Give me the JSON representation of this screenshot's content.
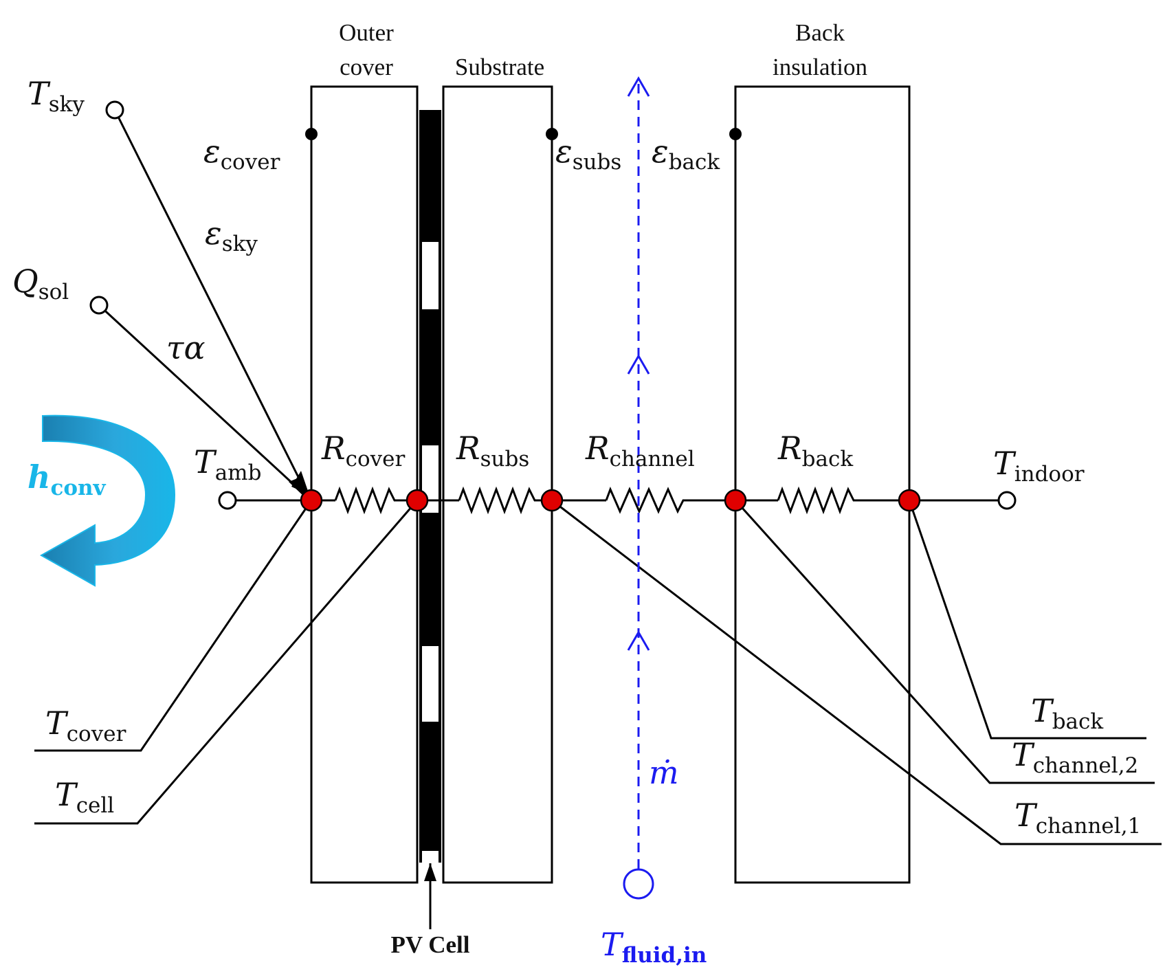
{
  "layers": {
    "outer_cover": [
      "Outer",
      "cover"
    ],
    "substrate": "Substrate",
    "back_insulation": [
      "Back",
      "insulation"
    ]
  },
  "emissivities": {
    "cover": {
      "sym": "ε",
      "sub": "cover"
    },
    "subs": {
      "sym": "ε",
      "sub": "subs"
    },
    "back": {
      "sym": "ε",
      "sub": "back"
    },
    "sky": {
      "sym": "ε",
      "sub": "sky"
    }
  },
  "resistances": {
    "cover": {
      "sym": "R",
      "sub": "cover"
    },
    "subs": {
      "sym": "R",
      "sub": "subs"
    },
    "channel": {
      "sym": "R",
      "sub": "channel"
    },
    "back": {
      "sym": "R",
      "sub": "back"
    }
  },
  "inputs": {
    "sky": {
      "sym": "T",
      "sub": "sky"
    },
    "sol": {
      "sym": "Q",
      "sub": "sol"
    },
    "tau_alpha": "τα",
    "amb": {
      "sym": "T",
      "sub": "amb"
    },
    "indoor": {
      "sym": "T",
      "sub": "indoor"
    },
    "h_conv": {
      "sym": "h",
      "sub": "conv"
    }
  },
  "node_temps": {
    "cover": {
      "sym": "T",
      "sub": "cover"
    },
    "cell": {
      "sym": "T",
      "sub": "cell"
    },
    "back": {
      "sym": "T",
      "sub": "back"
    },
    "channel2": {
      "sym": "T",
      "sub": "channel,2"
    },
    "channel1": {
      "sym": "T",
      "sub": "channel,1"
    }
  },
  "fluid": {
    "mass_flow": "ṁ",
    "inlet": {
      "sym": "T",
      "sub": "fluid,in"
    }
  },
  "pv_cell_label": "PV Cell",
  "colors": {
    "node": "#e00000",
    "fluid": "#1b1bf0",
    "convection": "#19b6e8",
    "convection_dark": "#1a7fb0"
  }
}
